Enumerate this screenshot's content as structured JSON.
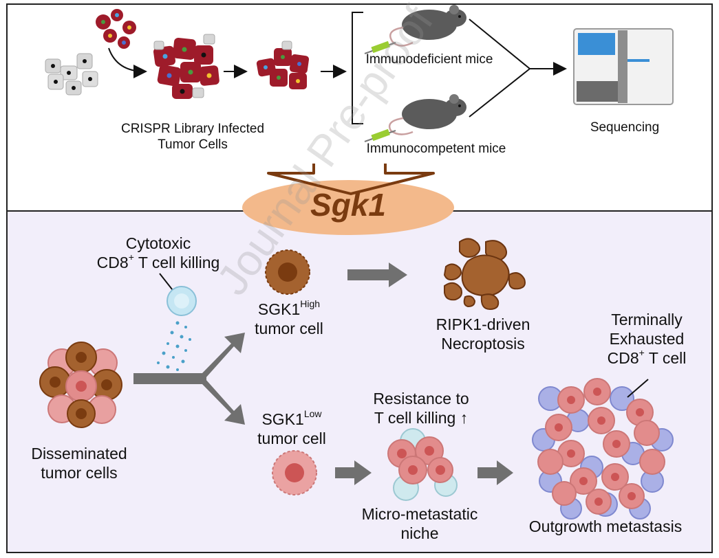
{
  "colors": {
    "tumor_red": "#9e1b2a",
    "normal_gray": "#d9d9d9",
    "brown": "#8a4b22",
    "pink": "#e28c8c",
    "tcell_blue": "#9fa8e0",
    "sgk1_bubble": "#f3b98b",
    "lower_panel_bg": "#f2eefa",
    "arrow_gray": "#707070"
  },
  "icons": [
    "mouse-icon",
    "syringe-icon",
    "sequencer-icon",
    "tumor-cell-icon",
    "t-cell-icon"
  ],
  "top_panel": {
    "library_label_line1": "CRISPR Library Infected",
    "library_label_line2": "Tumor Cells",
    "immunodeficient_label": "Immunodeficient mice",
    "immunocompetent_label": "Immunocompetent mice",
    "sequencing_label": "Sequencing"
  },
  "gene": {
    "name": "Sgk1"
  },
  "bottom_panel": {
    "cytotoxic_line1": "Cytotoxic",
    "cytotoxic_line2_pre": "CD8",
    "cytotoxic_line2_sup": "+",
    "cytotoxic_line2_post": " T cell killing",
    "sgk1_high_pre": "SGK1",
    "sgk1_high_sup": "High",
    "sgk1_high_line2": "tumor cell",
    "necroptosis_line1": "RIPK1-driven",
    "necroptosis_line2": "Necroptosis",
    "exhausted_line1": "Terminally",
    "exhausted_line2": "Exhausted",
    "exhausted_line3_pre": "CD8",
    "exhausted_line3_sup": "+",
    "exhausted_line3_post": " T cell",
    "resistance_line1": "Resistance to",
    "resistance_line2": "T cell killing ↑",
    "sgk1_low_pre": "SGK1",
    "sgk1_low_sup": "Low",
    "sgk1_low_line2": "tumor cell",
    "disseminated_line1": "Disseminated",
    "disseminated_line2": "tumor cells",
    "niche_line1": "Micro-metastatic",
    "niche_line2": "niche",
    "outgrowth_label": "Outgrowth metastasis"
  },
  "watermark": "Journal Pre-proof"
}
